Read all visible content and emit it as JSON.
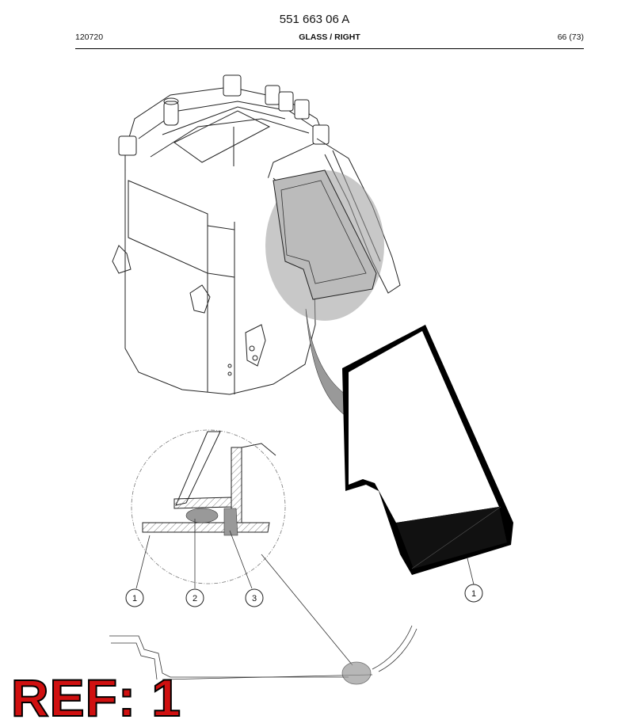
{
  "header": {
    "doc_number": "551 663 06 A",
    "code": "120720",
    "title": "GLASS / RIGHT",
    "page": "66 (73)"
  },
  "callouts": {
    "detail_1": "1",
    "detail_2": "2",
    "detail_3": "3",
    "glass_1": "1"
  },
  "ref_label": "REF: 1"
}
